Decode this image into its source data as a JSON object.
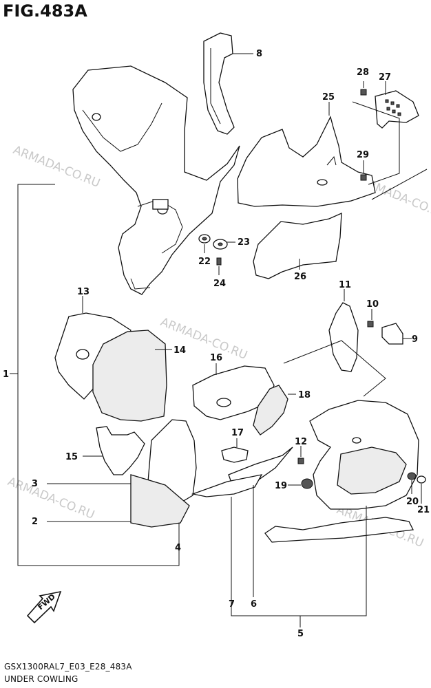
{
  "figure_title": "FIG.483A",
  "footer": {
    "code": "GSX1300RAL7_E03_E28_483A",
    "name": "UNDER COWLING"
  },
  "watermark": "ARMADA-CO.RU",
  "fwd_label": "FWD",
  "callouts": {
    "c1": "1",
    "c2": "2",
    "c3": "3",
    "c4": "4",
    "c5": "5",
    "c6": "6",
    "c7": "7",
    "c8": "8",
    "c9": "9",
    "c10": "10",
    "c11": "11",
    "c12": "12",
    "c13": "13",
    "c14": "14",
    "c15": "15",
    "c16": "16",
    "c17": "17",
    "c18": "18",
    "c19": "19",
    "c20": "20",
    "c21": "21",
    "c22": "22",
    "c23": "23",
    "c24": "24",
    "c25": "25",
    "c26": "26",
    "c27": "27",
    "c28": "28",
    "c29": "29"
  }
}
